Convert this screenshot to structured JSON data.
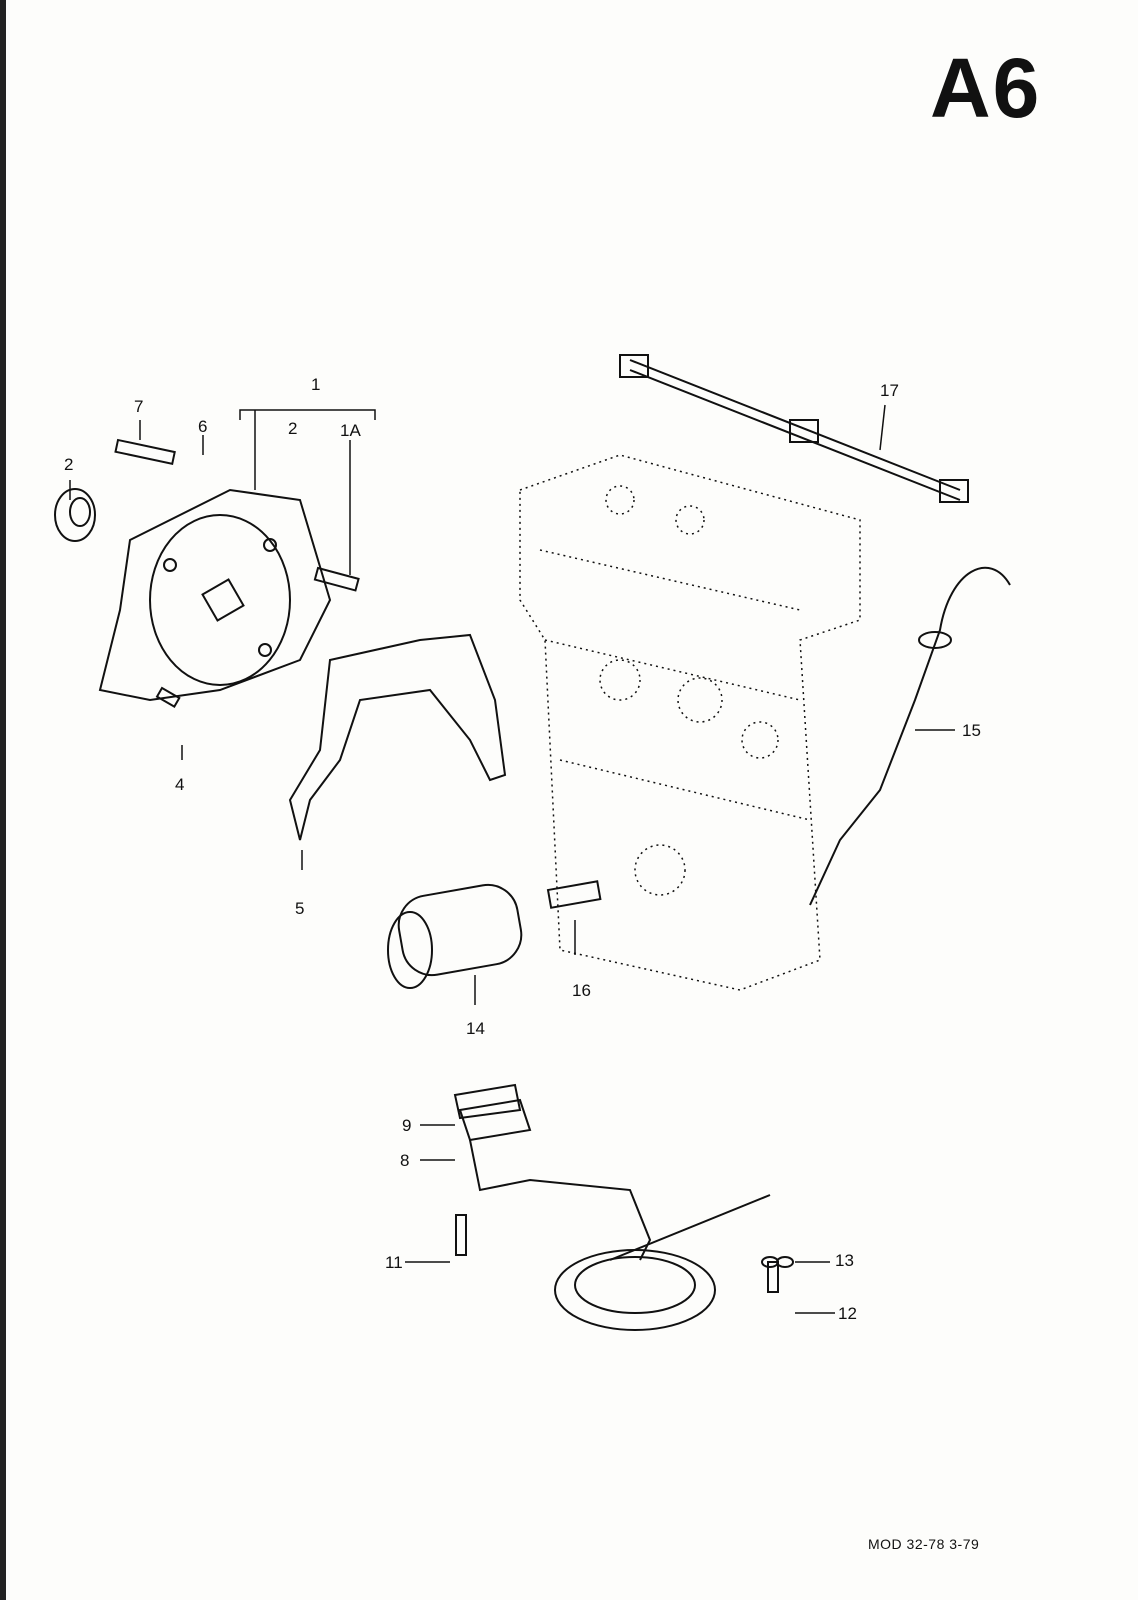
{
  "page_code": "A6",
  "footer": "MOD 32-78  3-79",
  "callouts": {
    "c1": "1",
    "c2_group": "2",
    "c1A": "1A",
    "c7": "7",
    "c6": "6",
    "c2": "2",
    "c4": "4",
    "c5": "5",
    "c17": "17",
    "c15": "15",
    "c14": "14",
    "c16": "16",
    "c9": "9",
    "c8": "8",
    "c11": "11",
    "c13": "13",
    "c12": "12"
  }
}
